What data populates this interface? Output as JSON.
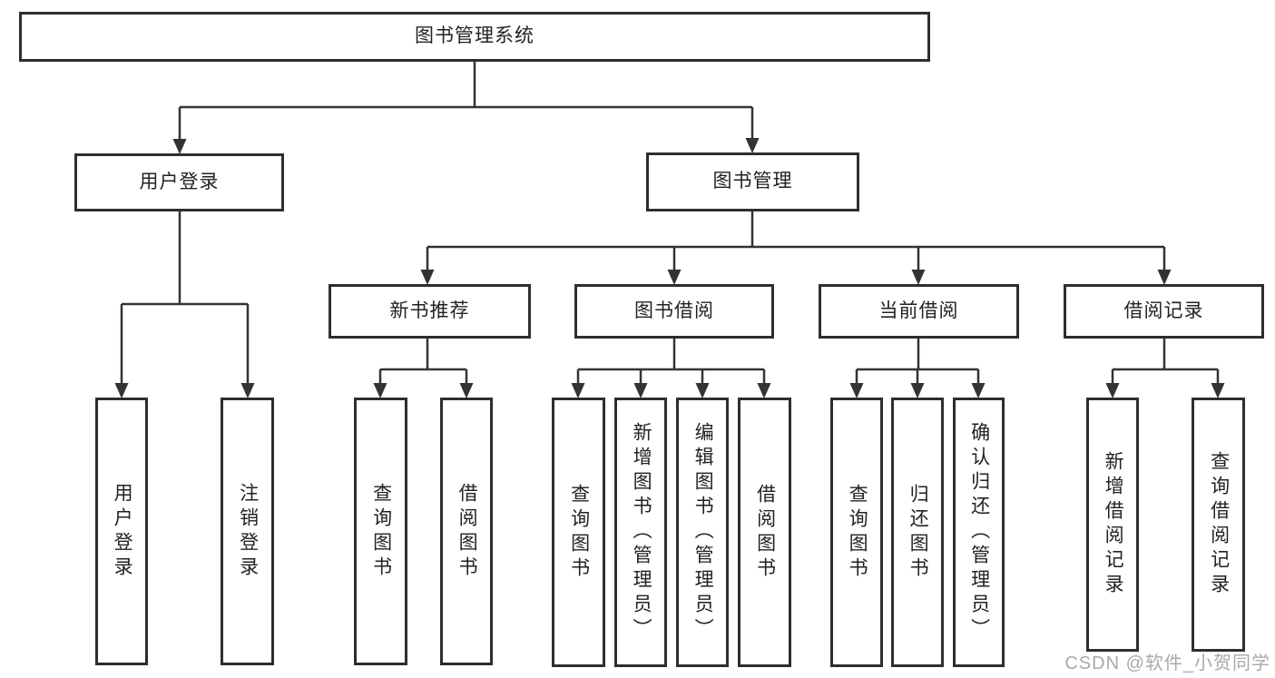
{
  "diagram": {
    "title_node": {
      "label": "图书管理系统"
    },
    "level2": [
      {
        "label": "用户登录"
      },
      {
        "label": "图书管理"
      }
    ],
    "level3": [
      {
        "label": "新书推荐"
      },
      {
        "label": "图书借阅"
      },
      {
        "label": "当前借阅"
      },
      {
        "label": "借阅记录"
      }
    ],
    "leaves": {
      "user_login": [
        "用户登录",
        "注销登录"
      ],
      "new_book_recommend": [
        "查询图书",
        "借阅图书"
      ],
      "book_borrow": [
        "查询图书",
        "新增图书（管理员）",
        "编辑图书（管理员）",
        "借阅图书"
      ],
      "current_borrow": [
        "查询图书",
        "归还图书",
        "确认归还（管理员）"
      ],
      "borrow_records": [
        "新增借阅记录",
        "查询借阅记录"
      ]
    },
    "colors": {
      "line": "#333333",
      "box_border": "#2e2e2e",
      "text": "#222222",
      "watermark": "#a9a9a9"
    },
    "watermark": "CSDN @软件_小贺同学"
  }
}
